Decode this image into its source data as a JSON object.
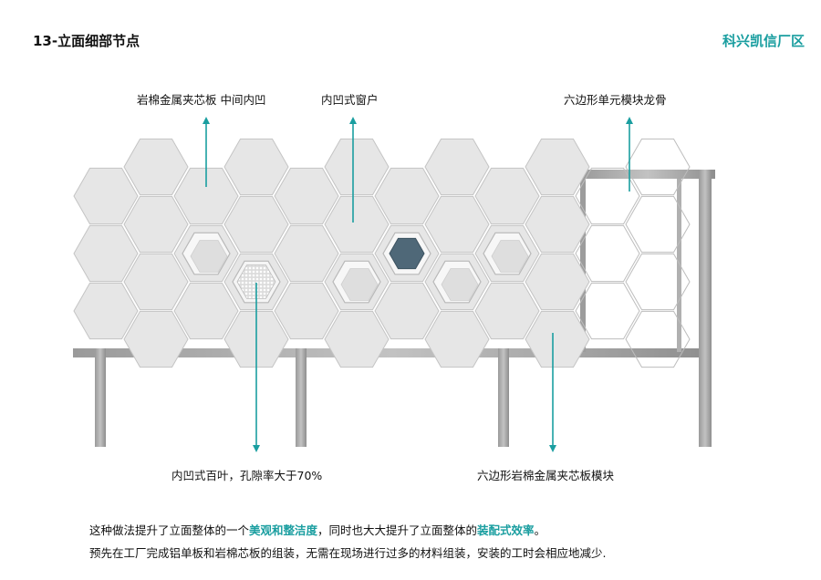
{
  "header": {
    "title": "13-立面细部节点",
    "project": "科兴凯信厂区"
  },
  "labels": {
    "rockwool_middle": "岩棉金属夹芯板 中间内凹",
    "recessed_window": "内凹式窗户",
    "hex_keel": "六边形单元模块龙骨",
    "recessed_louver": "内凹式百叶，孔隙率大于70%",
    "hex_module": "六边形岩棉金属夹芯板模块"
  },
  "description": {
    "line1_a": "这种做法提升了立面整体的一个",
    "line1_hl1": "美观和整洁度",
    "line1_b": "，同时也大大提升了立面整体的",
    "line1_hl2": "装配式效率",
    "line1_c": "。",
    "line2": "预先在工厂完成铝单板和岩棉芯板的组装，无需在现场进行过多的材料组装，安装的工时会相应地减少."
  },
  "colors": {
    "accent": "#1a9ea0",
    "panel": "#e6e6e6",
    "panel_stroke": "#c4c4c4",
    "steel": "#a9a9a9",
    "window": "#4f6878"
  }
}
